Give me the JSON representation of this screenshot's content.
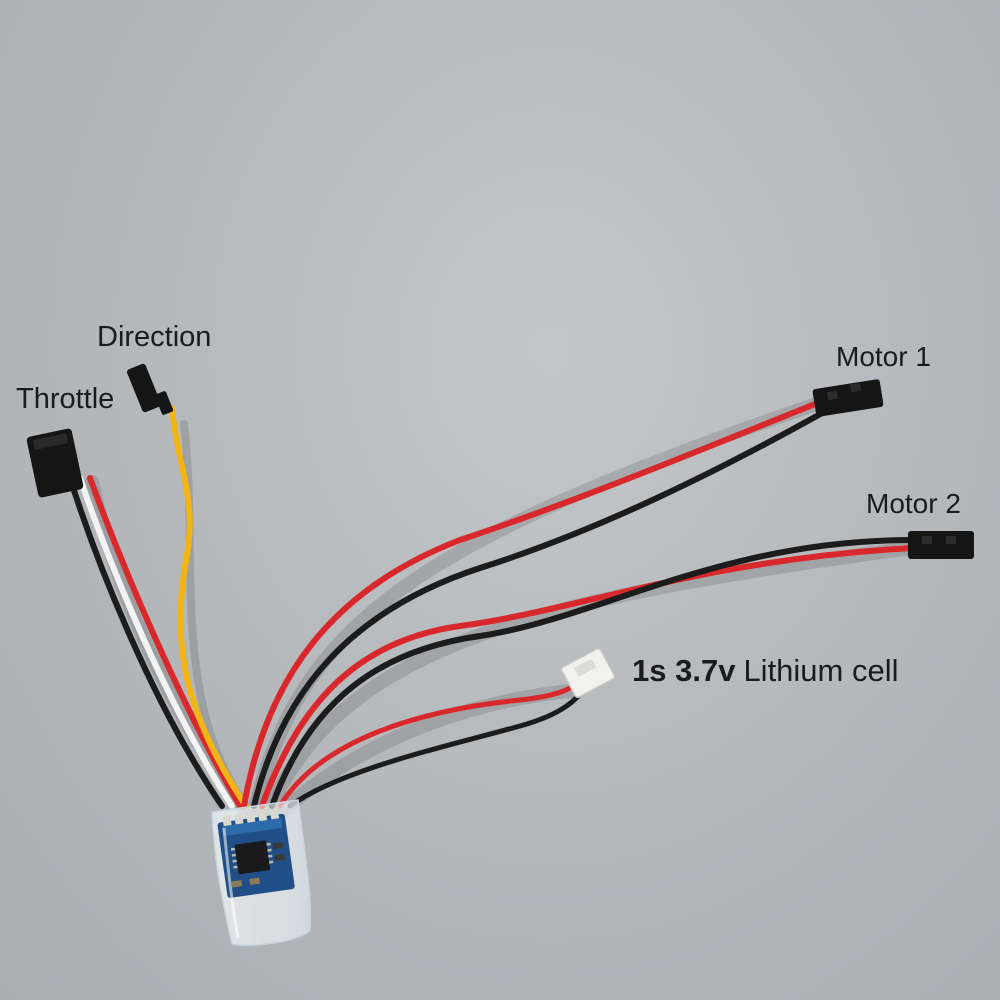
{
  "labels": {
    "direction": "Direction",
    "throttle": "Throttle",
    "motor1": "Motor 1",
    "motor2": "Motor 2",
    "battery_strong": "1s 3.7v",
    "battery_rest": "Lithium cell"
  },
  "colors": {
    "background": "#b7babd",
    "wire_red": "#d9282b",
    "wire_black": "#1c1c1c",
    "wire_white": "#f4f4f4",
    "wire_yellow": "#f2b516",
    "connector_black": "#151515",
    "pcb_blue": "#1f4f86"
  }
}
